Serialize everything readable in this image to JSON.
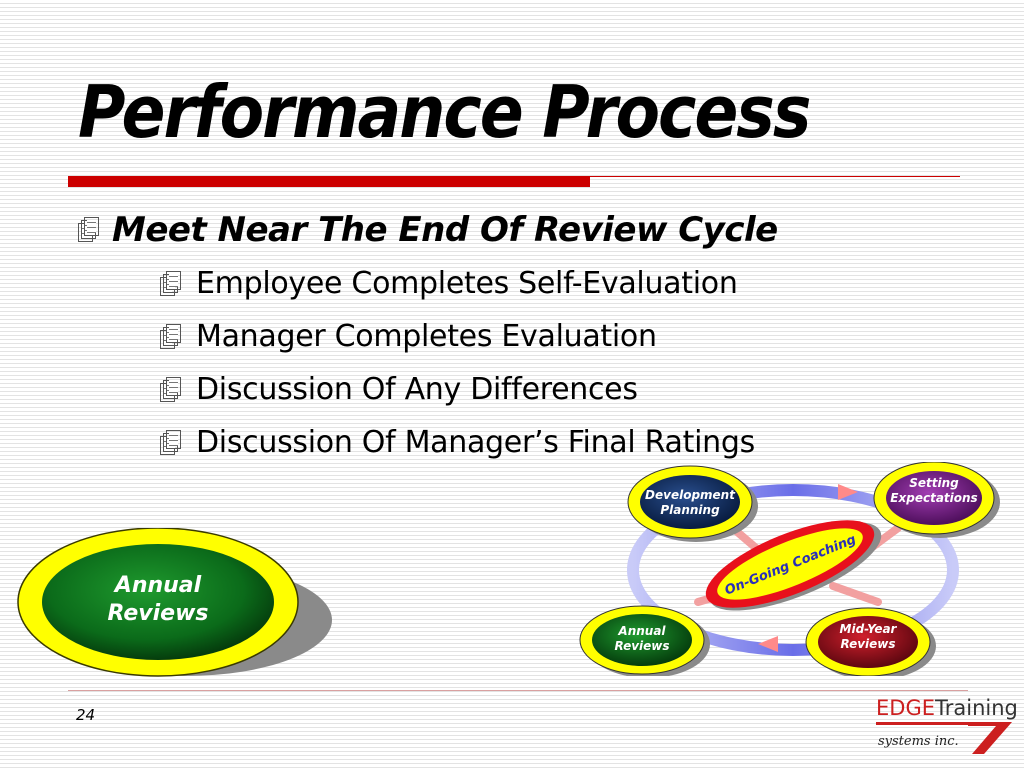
{
  "slide": {
    "title": "Performance Process",
    "bullet": "Meet Near The End Of Review Cycle",
    "sub_bullets": [
      "Employee Completes Self-Evaluation",
      "Manager Completes Evaluation",
      "Discussion Of Any Differences",
      "Discussion Of Manager’s Final Ratings"
    ],
    "page_number": "24",
    "bullet_icon": "stacked-pages-icon"
  },
  "annual_badge": {
    "label_line1": "Annual",
    "label_line2": "Reviews"
  },
  "cycle": {
    "center": "On-Going Coaching",
    "development": {
      "line1": "Development",
      "line2": "Planning"
    },
    "setting": {
      "line1": "Setting",
      "line2": "Expectations"
    },
    "annual": {
      "line1": "Annual",
      "line2": "Reviews"
    },
    "midyear": {
      "line1": "Mid-Year",
      "line2": "Reviews"
    }
  },
  "logo": {
    "word1": "EDGE",
    "word2": "Training",
    "tagline": "systems inc."
  },
  "colors": {
    "accent_red": "#cc0000",
    "ring_yellow": "#ffff00",
    "annual_green": "#0b6b1a",
    "development_navy": "#0c2a5c",
    "setting_purple": "#7a1f8a",
    "midyear_red": "#a0111c",
    "ring_blue": "#6a6ee8"
  }
}
